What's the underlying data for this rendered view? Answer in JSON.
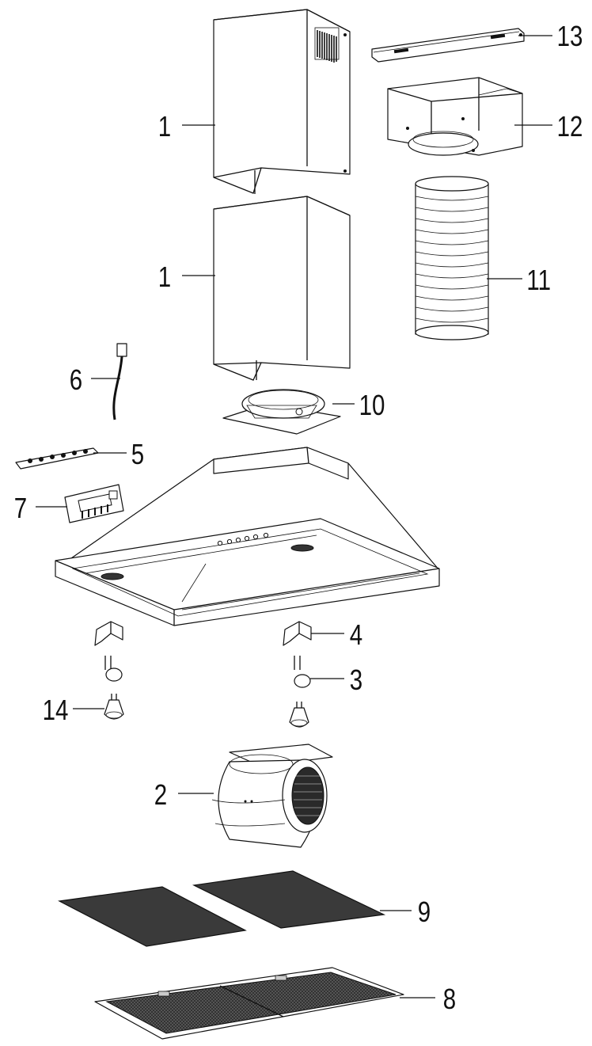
{
  "callouts": {
    "c1a": "1",
    "c1b": "1",
    "c2": "2",
    "c3": "3",
    "c4": "4",
    "c5": "5",
    "c6": "6",
    "c7": "7",
    "c8": "8",
    "c9": "9",
    "c10": "10",
    "c11": "11",
    "c12": "12",
    "c13": "13",
    "c14": "14"
  }
}
